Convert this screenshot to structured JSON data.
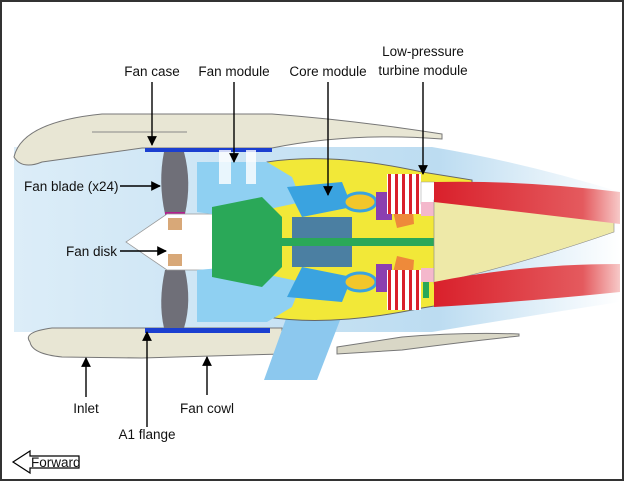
{
  "diagram": {
    "type": "turbofan engine cross-section",
    "labels": {
      "fan_case": "Fan case",
      "fan_module": "Fan module",
      "core_module": "Core module",
      "lpt_module_line1": "Low-pressure",
      "lpt_module_line2": "turbine module",
      "fan_blade": "Fan blade (x24)",
      "fan_disk": "Fan disk",
      "inlet": "Inlet",
      "a1_flange": "A1 flange",
      "fan_cowl": "Fan cowl"
    },
    "direction_indicator": "Forward",
    "colors": {
      "bypass_air": "#d6ebf7",
      "nacelle": "#e8e6d4",
      "fan_blade": "#6f6f78",
      "flange": "#1b3fd0",
      "core_casing": "#f2e838",
      "exhaust": "#e0262f",
      "compressor": "#3aa3e0",
      "shaft": "#2aa858",
      "nozzle": "#eee9a8"
    }
  }
}
